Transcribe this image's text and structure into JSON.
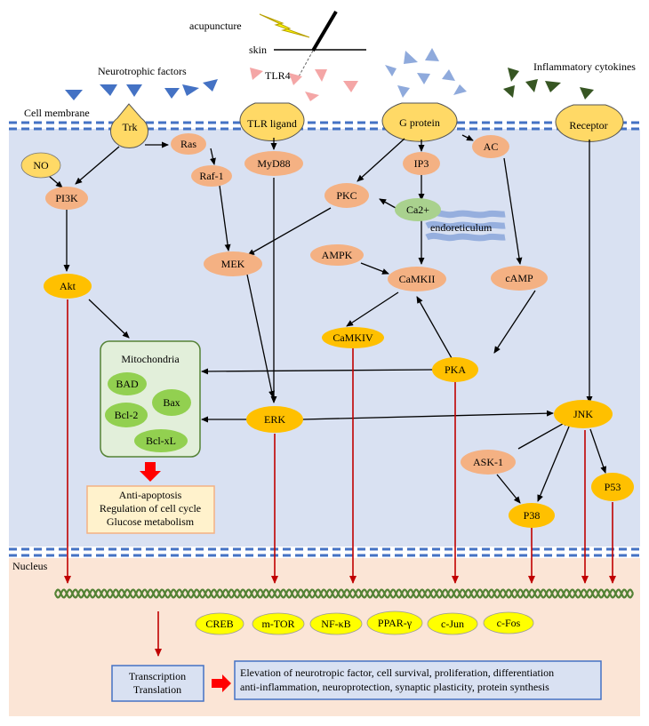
{
  "labels": {
    "acupuncture": "acupuncture",
    "skin": "skin",
    "neurotrophic_factors": "Neurotrophic factors",
    "tlr4": "TLR4",
    "inflammatory_cytokines": "Inflammatory cytokines",
    "cell_membrane": "Cell membrane",
    "nucleus": "Nucleus",
    "endoreticulum": "endoreticulum",
    "mitochondria": "Mitochondria"
  },
  "receptors": {
    "trk": "Trk",
    "tlr_ligand": "TLR ligand",
    "g_protein": "G protein",
    "receptor": "Receptor"
  },
  "nodes": {
    "no": "NO",
    "ras": "Ras",
    "raf1": "Raf-1",
    "pi3k": "PI3K",
    "akt": "Akt",
    "myd88": "MyD88",
    "pkc": "PKC",
    "ip3": "IP3",
    "ca2": "Ca2+",
    "ac": "AC",
    "mek": "MEK",
    "ampk": "AMPK",
    "camkii": "CaMKII",
    "camp": "cAMP",
    "camkiv": "CaMKIV",
    "pka": "PKA",
    "erk": "ERK",
    "jnk": "JNK",
    "ask1": "ASK-1",
    "p38": "P38",
    "p53": "P53"
  },
  "mito": {
    "bad": "BAD",
    "bax": "Bax",
    "bcl2": "Bcl-2",
    "bclxl": "Bcl-xL"
  },
  "outcome_box": [
    "Anti-apoptosis",
    "Regulation of cell cycle",
    "Glucose metabolism"
  ],
  "transcription_factors": [
    "CREB",
    "m-TOR",
    "NF-κB",
    "PPAR-γ",
    "c-Jun",
    "c-Fos"
  ],
  "transcription_box": [
    "Transcription",
    "Translation"
  ],
  "effects_box": [
    "Elevation of neurotropic factor, cell survival, proliferation, differentiation",
    "anti-inflammation, neuroprotection, synaptic plasticity, protein synthesis"
  ],
  "colors": {
    "cytoplasm": "#d9e1f2",
    "nucleus": "#fbe5d6",
    "receptor": "#ffd966",
    "salmon_node": "#f4b183",
    "orange_node": "#ffc000",
    "green_node": "#a9d18e",
    "mito_fill": "#e2efda",
    "mito_node": "#92d050",
    "membrane": "#4472c4",
    "red_arrow": "#c00000",
    "tf_yellow": "#ffff00",
    "blue_ligand": "#4472c4",
    "pink_ligand": "#f4a6a6",
    "lightblue_ligand": "#8faadc",
    "darkgreen_ligand": "#375623"
  }
}
